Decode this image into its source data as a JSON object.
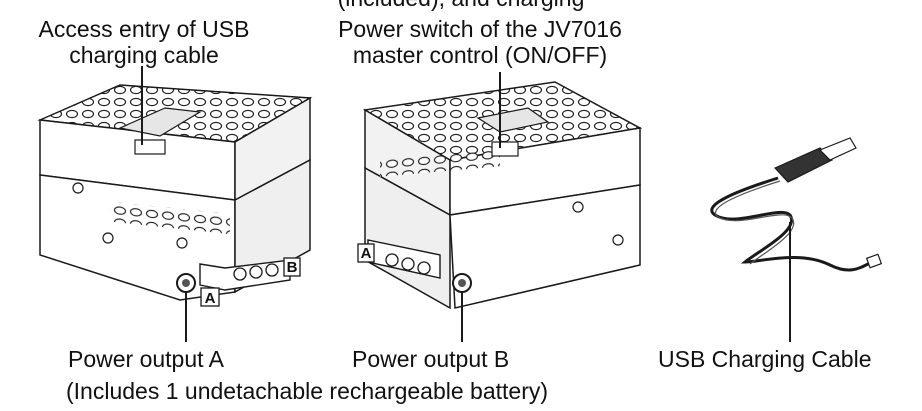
{
  "header_fragment": "(included), and charging",
  "labels": {
    "usb_entry_line1": "Access entry of USB",
    "usb_entry_line2": "charging cable",
    "power_switch_line1": "Power switch of the JV7016",
    "power_switch_line2": "master control (ON/OFF)",
    "power_output_a": "Power output A",
    "power_output_b": "Power output B",
    "battery_note": "(Includes 1 undetachable rechargeable battery)",
    "usb_cable": "USB Charging Cable"
  },
  "port_letters": {
    "a": "A",
    "b": "B"
  },
  "colors": {
    "line": "#1a1a1a",
    "fill": "#ffffff",
    "shade": "#e6e6e6",
    "dark": "#555555"
  }
}
